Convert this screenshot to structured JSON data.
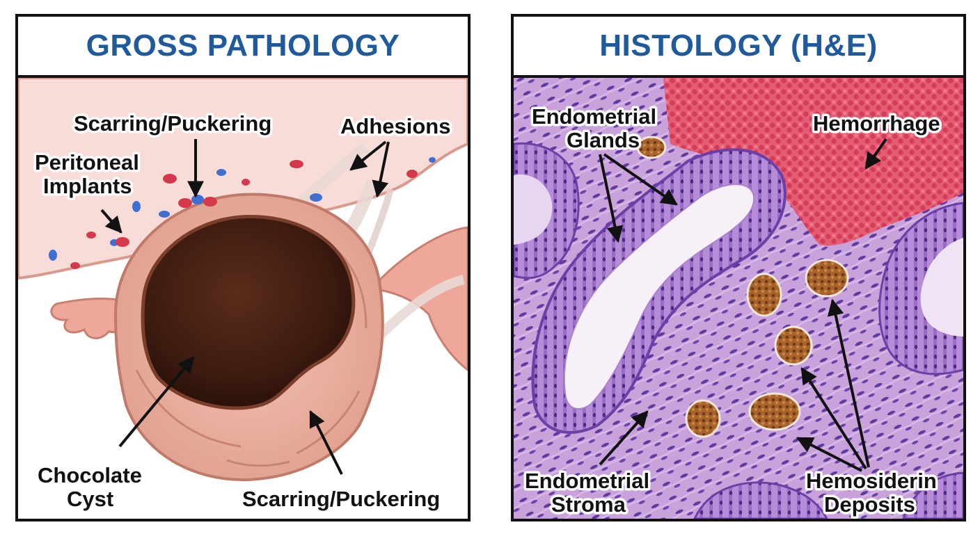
{
  "left_panel": {
    "title": "GROSS PATHOLOGY",
    "labels": {
      "scarring_top": "Scarring/Puckering",
      "adhesions": "Adhesions",
      "peritoneal_1": "Peritoneal",
      "peritoneal_2": "Implants",
      "chocolate_1": "Chocolate",
      "chocolate_2": "Cyst",
      "scarring_bottom": "Scarring/Puckering"
    }
  },
  "right_panel": {
    "title": "HISTOLOGY (H&E)",
    "labels": {
      "glands_1": "Endometrial",
      "glands_2": "Glands",
      "hemorrhage": "Hemorrhage",
      "stroma_1": "Endometrial",
      "stroma_2": "Stroma",
      "hemosiderin_1": "Hemosiderin",
      "hemosiderin_2": "Deposits"
    }
  },
  "colors": {
    "title_blue": "#1f5b9c",
    "peritoneum": "#f8dcd8",
    "cyst_wall": "#e9a596",
    "cyst_content": "#3b1a0f",
    "stroma": "#c49ad8",
    "gland_cells": "#8f5dc2",
    "blood": "#e0506a",
    "hemosiderin": "#9a5a2a"
  }
}
